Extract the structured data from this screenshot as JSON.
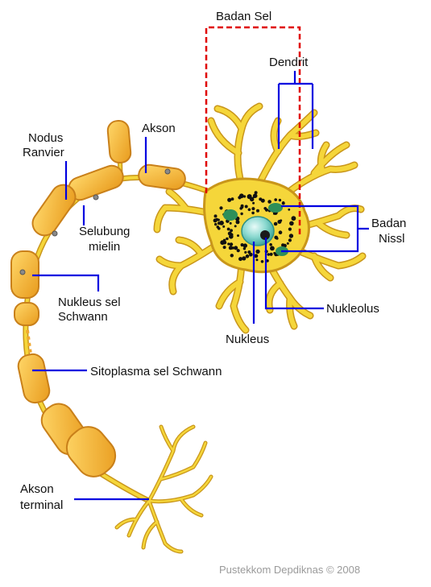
{
  "diagram": {
    "labels": {
      "badan_sel": "Badan Sel",
      "dendrit": "Dendrit",
      "nodus_ranvier": [
        "Nodus",
        "Ranvier"
      ],
      "akson": "Akson",
      "selubung_mielin": [
        "Selubung",
        "mielin"
      ],
      "badan_nissl": [
        "Badan",
        "Nissl"
      ],
      "nukleolus": "Nukleolus",
      "nukleus_sel_schwann": [
        "Nukleus sel",
        "Schwann"
      ],
      "nukleus": "Nukleus",
      "sitoplasma_sel_schwann": "Sitoplasma sel Schwann",
      "akson_terminal": [
        "Akson",
        "terminal"
      ]
    },
    "credit": "Pustekkom Depdiknas © 2008",
    "colors": {
      "neuron_fill": "#f5d63a",
      "neuron_outline": "#c9961a",
      "myelin": "#f0a830",
      "leader_line": "#0000e0",
      "bracket_red": "#e00000",
      "nucleus": "#6fc9c1",
      "nissl": "#2e8f59"
    }
  }
}
